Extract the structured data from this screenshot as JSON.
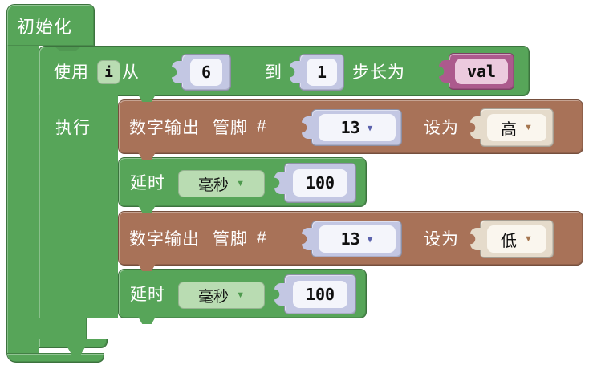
{
  "workspace": {
    "background": "#ffffff",
    "colors": {
      "control_green": "#57a559",
      "output_brown": "#a87258",
      "number_lavender": "#c3c7e3",
      "number_field": "#f4f5fb",
      "state_cream": "#e5dbcb",
      "state_field": "#faf6ee",
      "variable_purple": "#ac5a8d",
      "variable_field": "#eccade",
      "inline_field_green": "#b9dcb2",
      "arrow_blue": "#5c63ad",
      "arrow_brown": "#a5764f",
      "arrow_green": "#4e9a4e"
    },
    "blocks": {
      "init": {
        "label": "初始化"
      },
      "loop": {
        "use_label": "使用",
        "variable": "i",
        "from_label": "从",
        "from_value": "6",
        "to_label": "到",
        "to_value": "1",
        "step_label": "步长为",
        "step_value": "val",
        "do_label": "执行"
      },
      "digital_high": {
        "name": "数字输出",
        "pin_label": "管脚",
        "pin_hash": "#",
        "pin": "13",
        "set_label": "设为",
        "value": "高",
        "arrow": "▼"
      },
      "delay_1": {
        "name": "延时",
        "unit": "毫秒",
        "value": "100",
        "arrow": "▼"
      },
      "digital_low": {
        "name": "数字输出",
        "pin_label": "管脚",
        "pin_hash": "#",
        "pin": "13",
        "set_label": "设为",
        "value": "低",
        "arrow": "▼"
      },
      "delay_2": {
        "name": "延时",
        "unit": "毫秒",
        "value": "100",
        "arrow": "▼"
      }
    }
  }
}
